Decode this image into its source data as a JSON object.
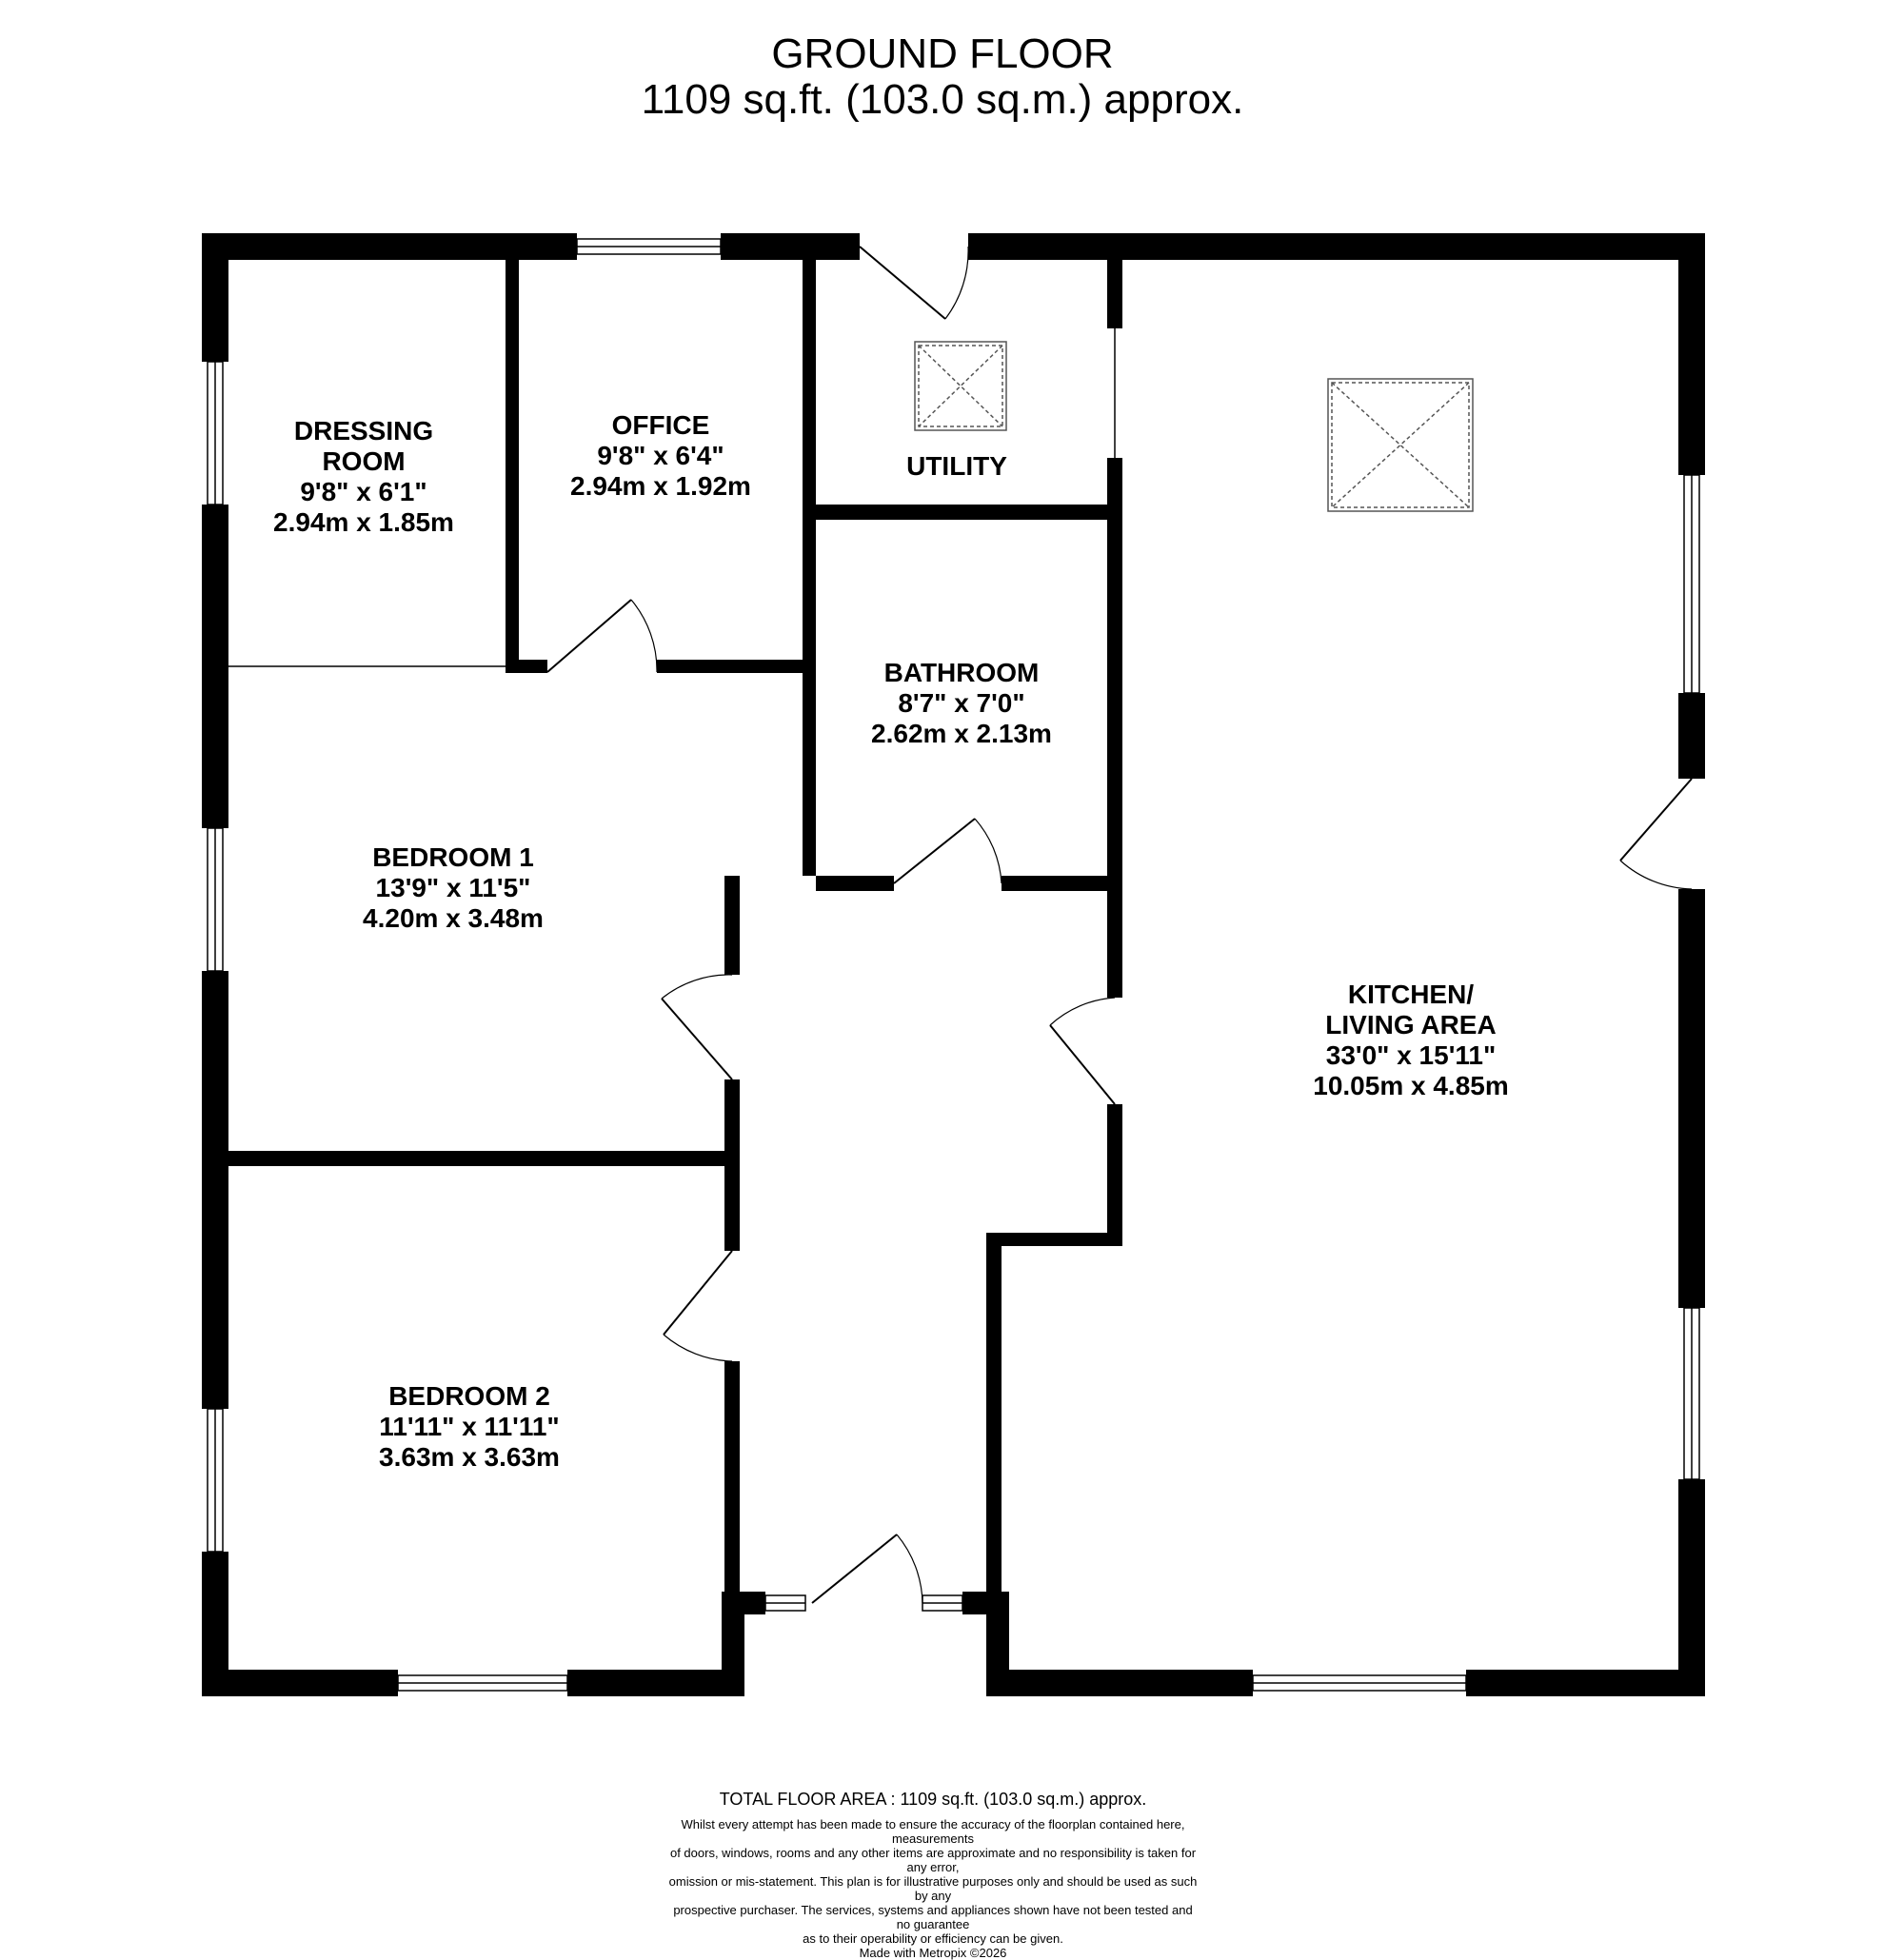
{
  "header": {
    "title": "GROUND FLOOR",
    "area": "1109 sq.ft. (103.0 sq.m.) approx."
  },
  "rooms": {
    "dressing": {
      "name_1": "DRESSING",
      "name_2": "ROOM",
      "imperial": "9'8\"  x 6'1\"",
      "metric": "2.94m  x 1.85m"
    },
    "office": {
      "name": "OFFICE",
      "imperial": "9'8\"  x 6'4\"",
      "metric": "2.94m  x 1.92m"
    },
    "utility": {
      "name": "UTILITY"
    },
    "bathroom": {
      "name": "BATHROOM",
      "imperial": "8'7\"  x 7'0\"",
      "metric": "2.62m  x 2.13m"
    },
    "bedroom1": {
      "name": "BEDROOM 1",
      "imperial": "13'9\"  x 11'5\"",
      "metric": "4.20m  x 3.48m"
    },
    "bedroom2": {
      "name": "BEDROOM 2",
      "imperial": "11'11\"  x 11'11\"",
      "metric": "3.63m  x 3.63m"
    },
    "kitchen": {
      "name_1": "KITCHEN/",
      "name_2": "LIVING AREA",
      "imperial": "33'0\"  x 15'11\"",
      "metric": "10.05m  x 4.85m"
    }
  },
  "footer": {
    "total": "TOTAL FLOOR AREA : 1109 sq.ft. (103.0 sq.m.) approx.",
    "disclaimer_1": "Whilst every attempt has been made to ensure the accuracy of the floorplan contained here, measurements",
    "disclaimer_2": "of doors, windows, rooms and any other items are approximate and no responsibility is taken for any error,",
    "disclaimer_3": "omission or mis-statement. This plan is for illustrative purposes only and should be used as such by any",
    "disclaimer_4": "prospective purchaser. The services, systems and appliances shown have not been tested and no guarantee",
    "disclaimer_5": "as to their operability or efficiency can be given.",
    "made_with": "Made with Metropix ©2026"
  },
  "colors": {
    "wall": "#000000",
    "background": "#ffffff",
    "line": "#000000"
  }
}
